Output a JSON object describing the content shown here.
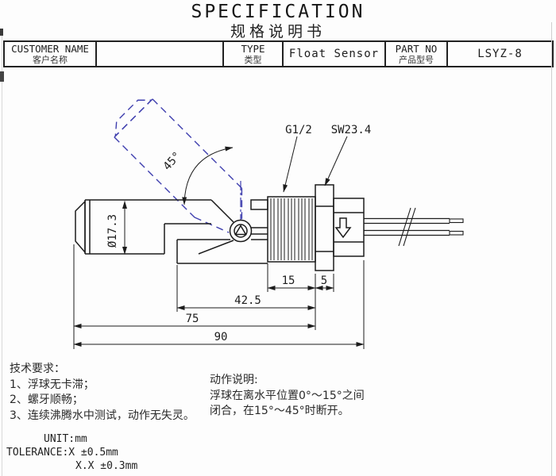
{
  "title": {
    "en": "SPECIFICATION",
    "zh": "规格说明书"
  },
  "header": {
    "customer": {
      "label_en": "CUSTOMER NAME",
      "label_zh": "客户名称",
      "value": ""
    },
    "type": {
      "label_en": "TYPE",
      "label_zh": "类型",
      "value": "Float Sensor"
    },
    "part_no": {
      "label_en": "PART NO",
      "label_zh": "产品型号",
      "value": "LSYZ-8"
    }
  },
  "drawing": {
    "thread_spec": "G1/2",
    "wrench_size": "SW23.4",
    "swing_angle": "45°",
    "float_diameter": "Ø17.3",
    "dims": {
      "thread_length": "15",
      "nut_width": "5",
      "stem_length": "42.5",
      "body_length": "75",
      "overall_length": "90"
    },
    "colors": {
      "line": "#1c1c1c",
      "phantom_blue": "#3e3eae"
    }
  },
  "notes": {
    "technical": {
      "title": "技术要求：",
      "items": [
        "1、浮球无卡滞；",
        "2、螺牙顺畅；",
        "3、连续沸腾水中测试，动作无失灵。"
      ]
    },
    "action": {
      "title": "动作说明:",
      "lines": [
        "浮球在离水平位置0°～15°之间",
        "闭合，在15°～45°时断开。"
      ]
    },
    "unit": "UNIT:mm",
    "tolerance1": "TOLERANCE:X ±0.5mm",
    "tolerance2": "X.X ±0.3mm"
  }
}
